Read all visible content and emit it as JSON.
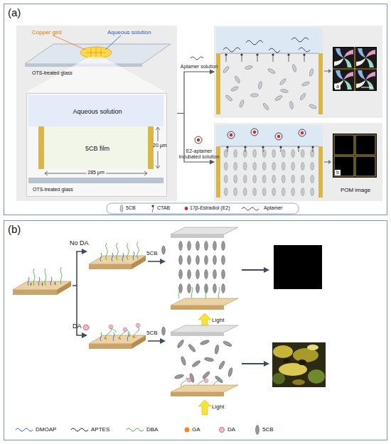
{
  "diagram": {
    "nodes": [
      {
        "text": [
          "(a)"
        ]
      },
      {
        "text": [
          "Copper gird",
          "Aqueous solution",
          "OTS-treated glass"
        ],
        "in": 0
      },
      {
        "text": [
          "Aqueous solution",
          "5CB film",
          "OTS-treated glass"
        ],
        "in": 1
      },
      {
        "text": [
          "a"
        ],
        "in": 0
      },
      {
        "text": [
          "b",
          "POM image"
        ],
        "in": 0
      },
      {
        "text": [
          "(b)"
        ]
      }
    ],
    "edges": [
      {
        "from": 1,
        "to": 3,
        "label": "Aptamer solution",
        "arrow": "to"
      },
      {
        "from": 1,
        "to": 4,
        "label": "E2-aptamer Incubated solution",
        "arrow": "to"
      }
    ],
    "labels": [
      "285 μm",
      "20 μm",
      "No DA",
      "DA",
      "5CB",
      "5CB",
      "Light",
      "Light"
    ],
    "legend": [
      {
        "text": "5CB"
      },
      {
        "text": "CTAB"
      },
      {
        "text": "17β-Estradiol (E2)"
      },
      {
        "text": "Aptamer"
      },
      {
        "text": "DMOAP"
      },
      {
        "text": "APTES"
      },
      {
        "text": "DBA"
      },
      {
        "text": "GA"
      },
      {
        "text": "DA"
      },
      {
        "text": "5CB"
      }
    ]
  }
}
